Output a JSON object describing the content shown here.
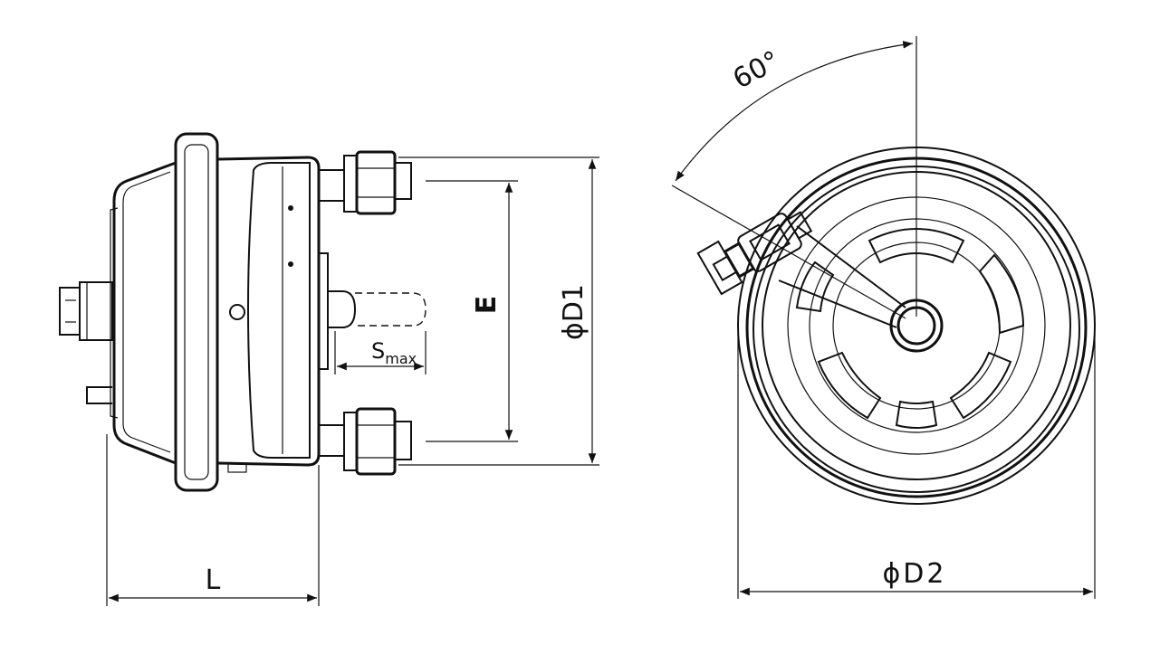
{
  "labels": {
    "length": "L",
    "stroke_main": "S",
    "stroke_sub": "max",
    "bolt_spacing": "E",
    "diameter_1": "ϕD1",
    "diameter_2": "ϕD2",
    "angle": "60°"
  },
  "colors": {
    "line": "#111111",
    "background": "#ffffff"
  }
}
